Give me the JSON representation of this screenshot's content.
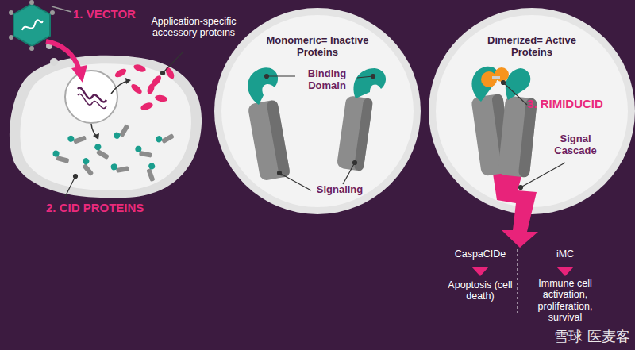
{
  "diagram": {
    "nodes": [
      {
        "text": [
          "2. CID PROTEINS"
        ]
      },
      {
        "text": [
          "Monomeric= Inactive Proteins",
          "Binding Domain",
          "Signaling"
        ]
      },
      {
        "text": [
          "Dimerized= Active Proteins",
          "3. RIMIDUCID",
          "Signal Cascade"
        ]
      }
    ],
    "labels": [
      "1. VECTOR",
      "Application-specific accessory proteins",
      "CaspaCIDe",
      "iMC",
      "Apoptosis (cell death)",
      "Immune cell activation, proliferation, survival",
      "雪球 医麦客"
    ]
  }
}
